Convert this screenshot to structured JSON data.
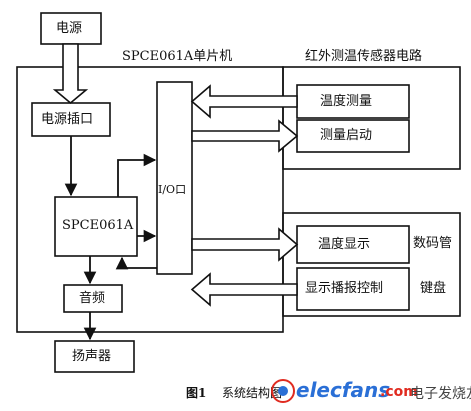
{
  "blocks": {
    "power_supply": "电源",
    "mcu_title": "SPCE061A单片机",
    "power_socket": "电源插口",
    "mcu_core": "SPCE061A",
    "io_port": "I/O口",
    "audio": "音频",
    "speaker": "扬声器",
    "ir_circuit_title": "红外测温传感器电路",
    "temp_measure": "温度测量",
    "measure_start": "测量启动",
    "temp_display": "温度显示",
    "digit_tube": "数码管",
    "display_broadcast_ctrl": "显示播报控制",
    "keyboard": "键盘"
  },
  "caption": {
    "fig_no": "图1",
    "title": "系统结构图"
  },
  "watermark": {
    "brand": "elecfans",
    "domain": ".com",
    "cn": "电子发烧友"
  },
  "colors": {
    "line": "#111111",
    "wm_blue": "#2a6fd6",
    "wm_red": "#e02b20"
  }
}
